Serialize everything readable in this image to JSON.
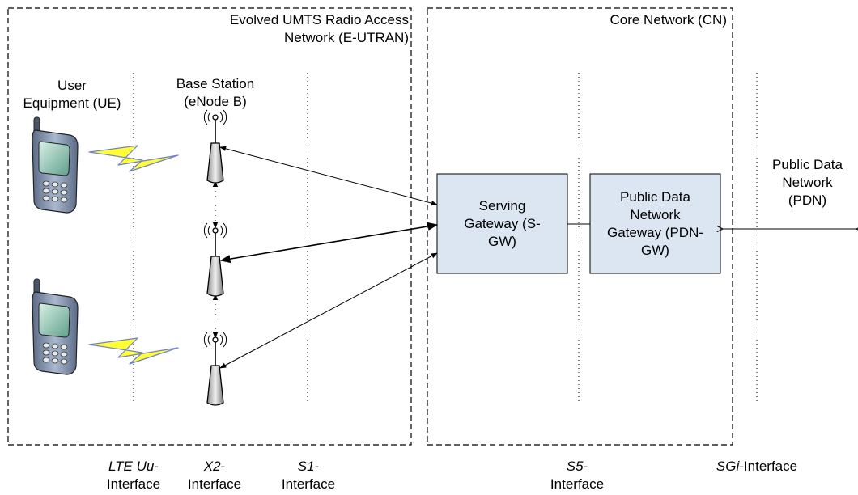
{
  "regions": {
    "eutran": {
      "title_line1": "Evolved UMTS Radio Access",
      "title_line2": "Network (E-UTRAN)"
    },
    "core": {
      "title": "Core Network (CN)"
    }
  },
  "labels": {
    "ue_line1": "User",
    "ue_line2": "Equipment (UE)",
    "bs_line1": "Base Station",
    "bs_line2": "(eNode B)",
    "pdn_line1": "Public Data",
    "pdn_line2": "Network",
    "pdn_line3": "(PDN)"
  },
  "boxes": {
    "sgw": [
      "Serving",
      "Gateway (S-",
      "GW)"
    ],
    "pdngw": [
      "Public Data",
      "Network",
      "Gateway (PDN-",
      "GW)"
    ]
  },
  "interfaces": {
    "lte_uu": {
      "italic": "LTE Uu",
      "suffix": "-",
      "line2": "Interface"
    },
    "x2": {
      "italic": "X2",
      "suffix": "-",
      "line2": "Interface"
    },
    "s1": {
      "italic": "S1",
      "suffix": "-",
      "line2": "Interface"
    },
    "s5": {
      "italic": "S5",
      "suffix": "-",
      "line2": "Interface"
    },
    "sgi": {
      "italic": "SGi",
      "suffix": "-Interface"
    }
  },
  "colors": {
    "box_fill": "#dce6f2",
    "phone_body": "#7f8fa6",
    "bolt": "#ffff33"
  }
}
